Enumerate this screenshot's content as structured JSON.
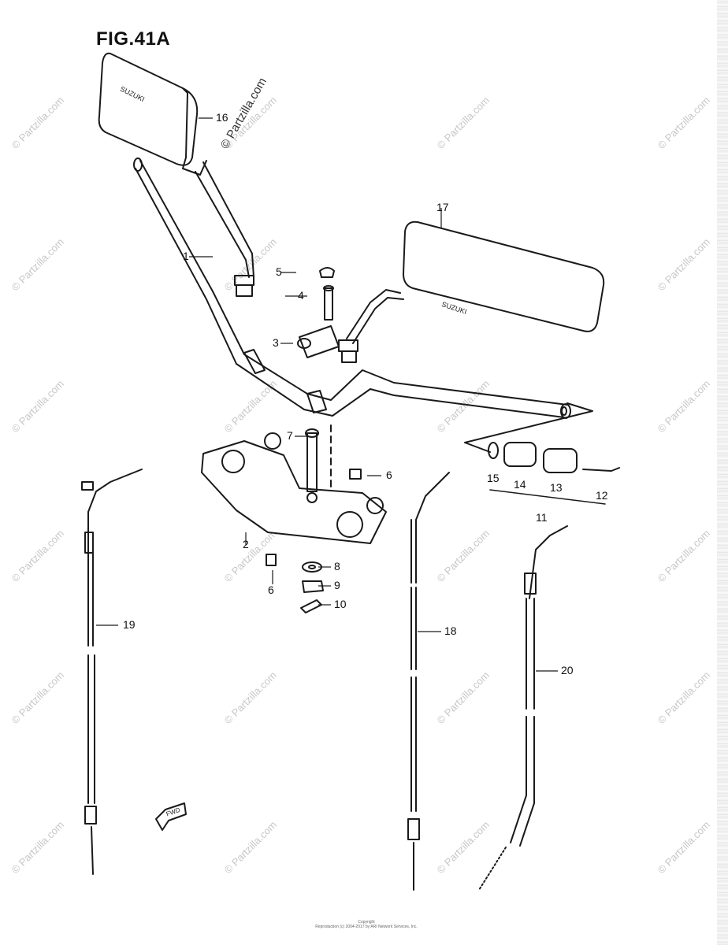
{
  "figure": {
    "title": "FIG.41A",
    "copyright_line1": "Copyright",
    "copyright_line2": "Reproduction (c) 2004-2017 by ARI Network Services, Inc."
  },
  "watermark": {
    "text": "© Partzilla.com",
    "large_text": "© Partzilla.com"
  },
  "mirror_branding": {
    "left": "SUZUKI",
    "right": "SUZUKI"
  },
  "fwd_label": "FWD",
  "callouts": [
    "1",
    "2",
    "3",
    "4",
    "5",
    "6",
    "6",
    "7",
    "8",
    "9",
    "10",
    "11",
    "12",
    "13",
    "14",
    "15",
    "16",
    "17",
    "18",
    "19",
    "20"
  ],
  "colors": {
    "line": "#1a1a1a",
    "watermark": "#c7c7c7",
    "background": "#ffffff"
  }
}
